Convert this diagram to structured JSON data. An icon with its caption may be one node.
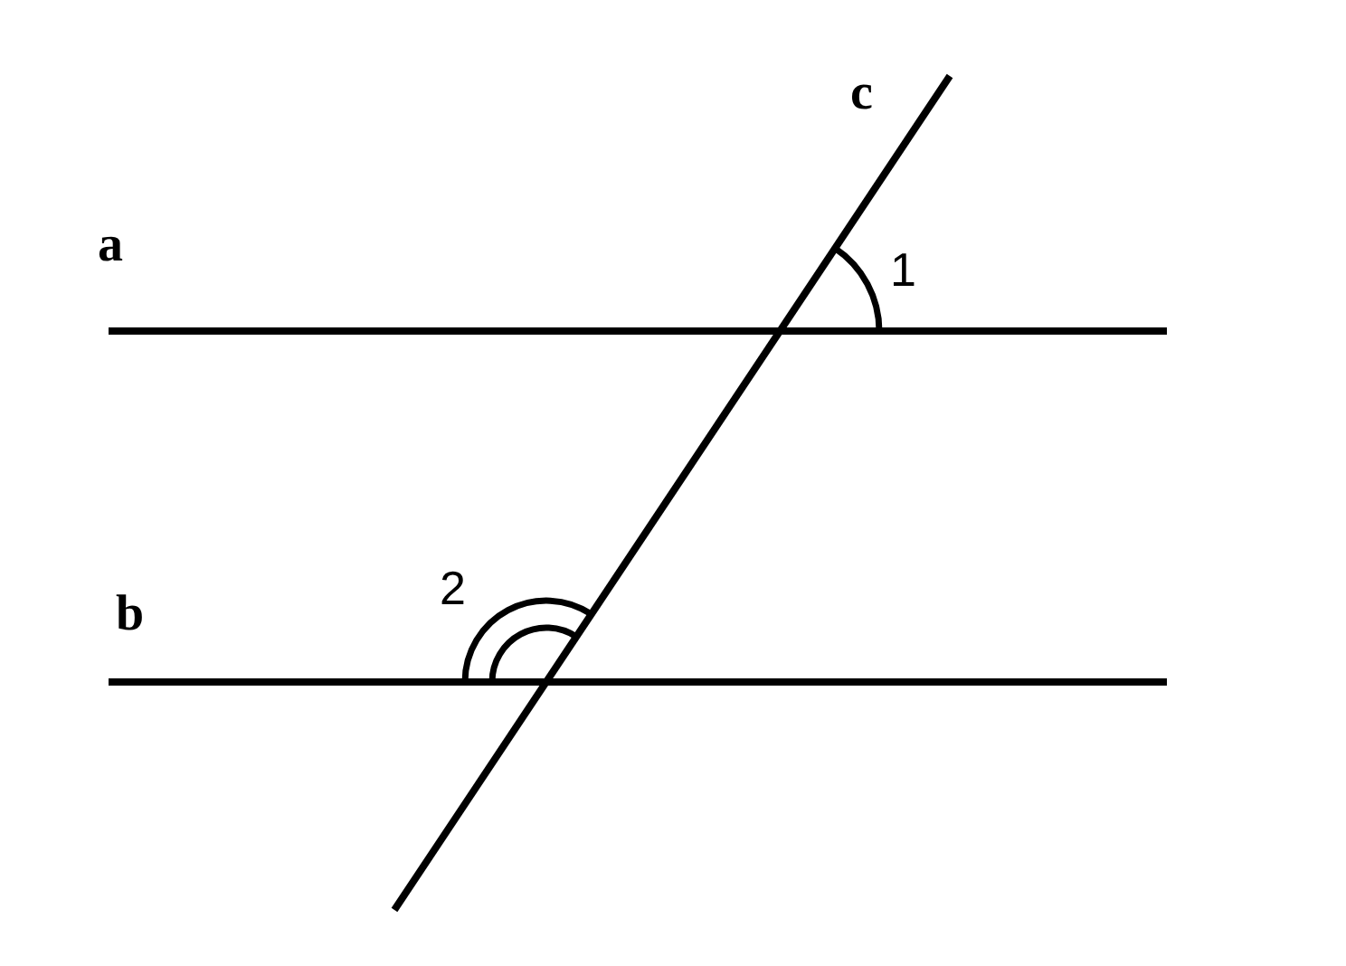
{
  "diagram": {
    "labels": [
      "c",
      "a",
      "1",
      "2",
      "b"
    ]
  }
}
